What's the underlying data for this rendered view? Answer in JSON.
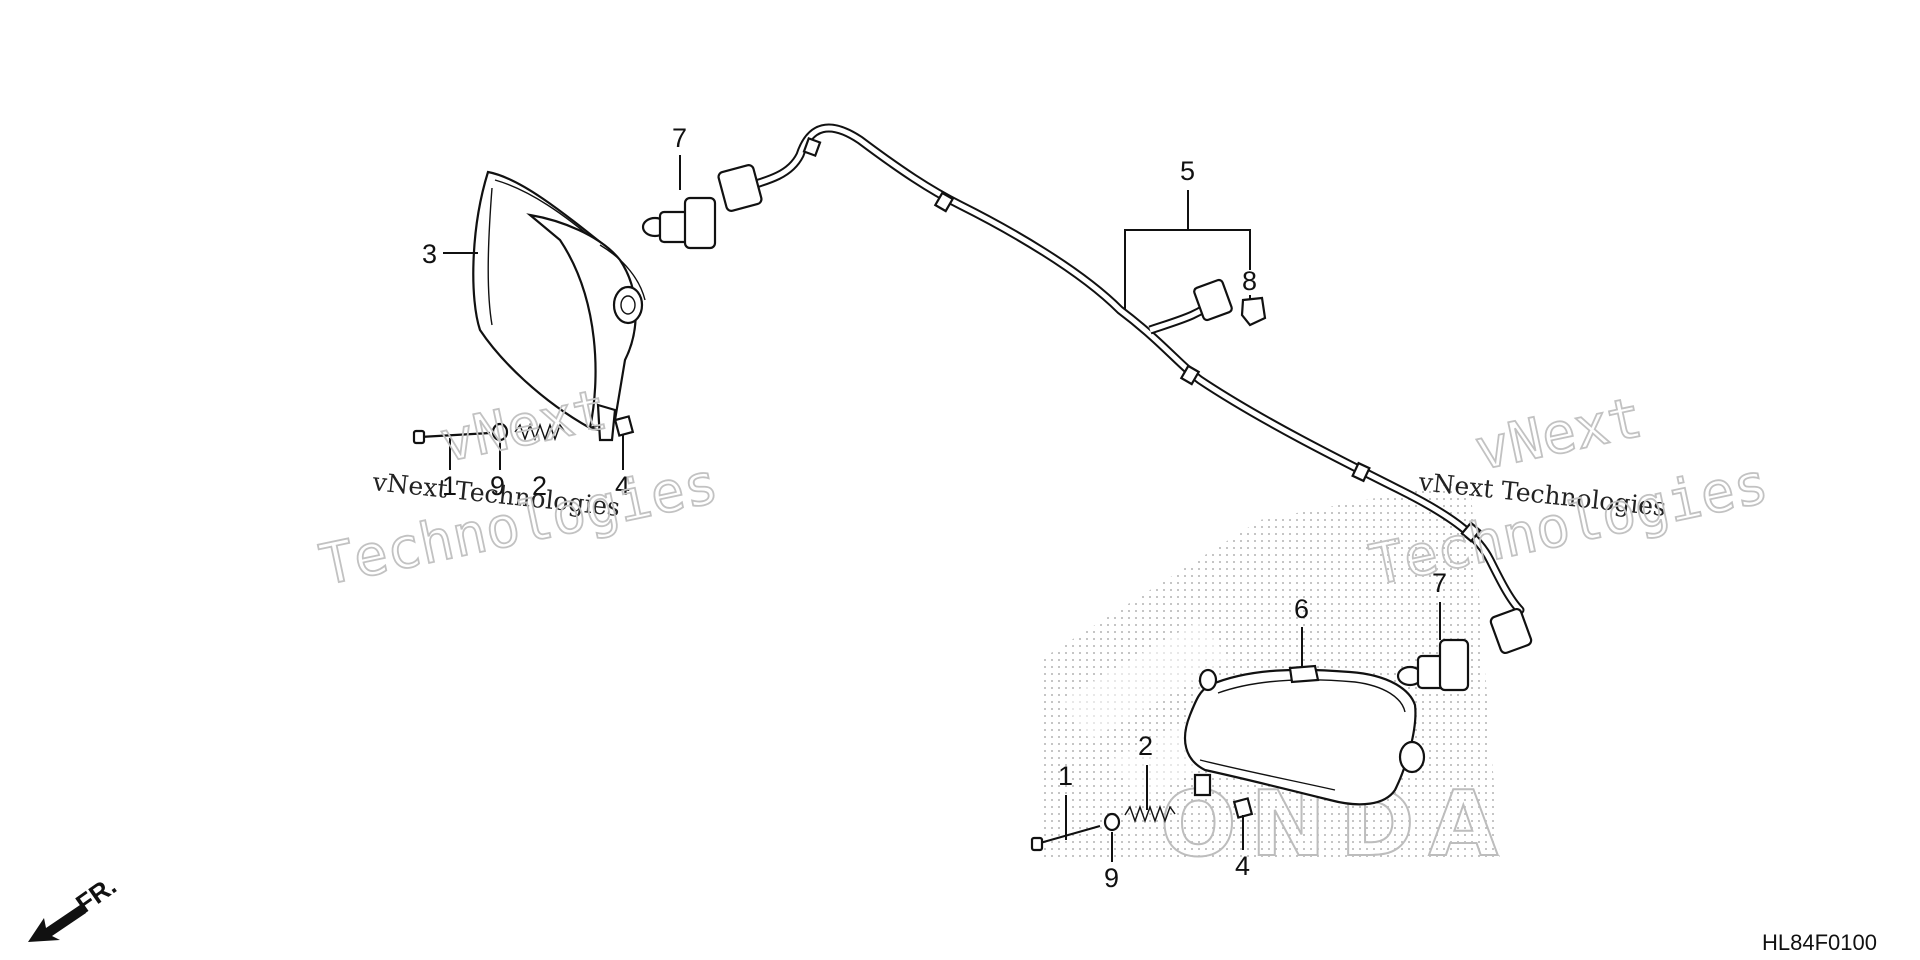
{
  "diagram": {
    "callouts": {
      "c1_left": "1",
      "c1_right": "1",
      "c2_left": "2",
      "c2_right": "2",
      "c3": "3",
      "c4_left": "4",
      "c4_right": "4",
      "c5": "5",
      "c6": "6",
      "c7_left": "7",
      "c7_right": "7",
      "c8": "8",
      "c9_left": "9",
      "c9_right": "9"
    },
    "watermarks": {
      "small_left": "vNext Technologies",
      "big_left_line1": "vNext",
      "big_left_line2": "Technologies",
      "small_right": "vNext Technologies",
      "big_right_line1": "vNext",
      "big_right_line2": "Technologies"
    },
    "direction_label": "FR.",
    "drawing_code": "HL84F0100",
    "colors": {
      "line": "#111111",
      "watermark": "#b8b8b8",
      "stipple": "#9a9a9a"
    }
  }
}
